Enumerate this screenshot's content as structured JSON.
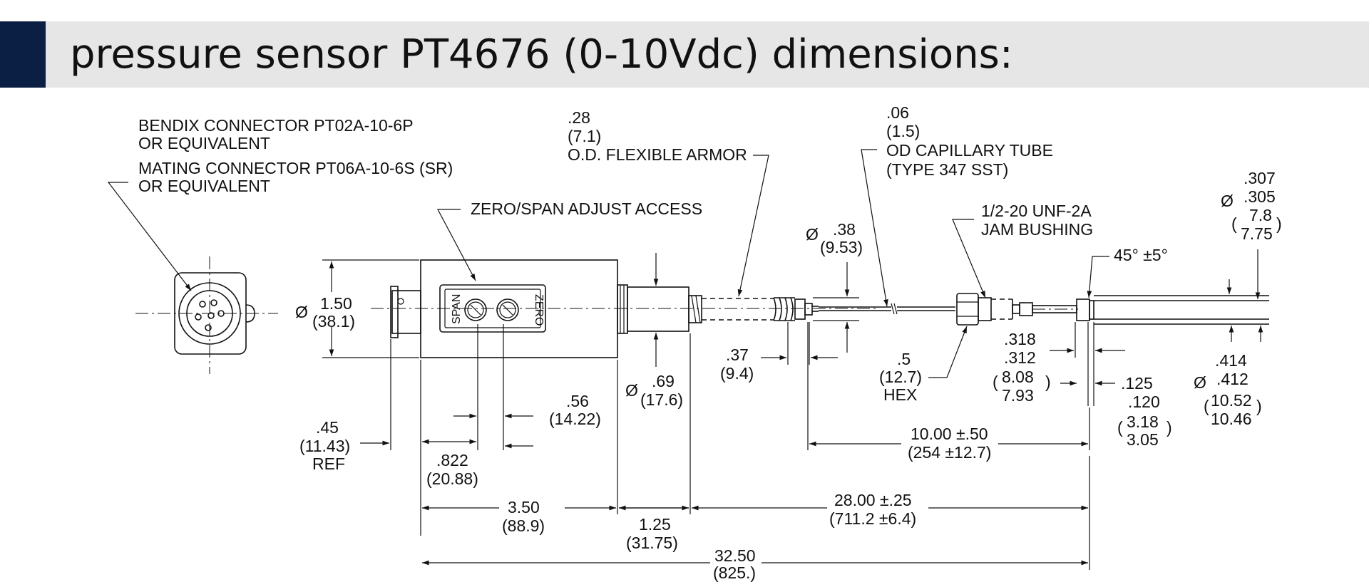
{
  "title": "pressure sensor PT4676 (0-10Vdc) dimensions:",
  "colors": {
    "accent": "#0b1f45",
    "title_bar": "#e6e6e6",
    "ink": "#111111"
  },
  "callouts": {
    "bendix_1": "BENDIX CONNECTOR PT02A-10-6P",
    "bendix_2": "OR EQUIVALENT",
    "mating_1": "MATING CONNECTOR PT06A-10-6S (SR)",
    "mating_2": "OR EQUIVALENT",
    "zero_span": "ZERO/SPAN ADJUST ACCESS",
    "armor_1": ".28",
    "armor_2": "(7.1)",
    "armor_3": "O.D. FLEXIBLE ARMOR",
    "cap_1": ".06",
    "cap_2": "(1.5)",
    "cap_3": "OD CAPILLARY TUBE",
    "cap_4": "(TYPE 347 SST)",
    "bushing_1": "1/2-20 UNF-2A",
    "bushing_2": "JAM BUSHING",
    "chamfer": "45° ±5°",
    "span_label": "SPAN",
    "zero_label": "ZERO"
  },
  "dimensions": {
    "d150_dia": "Ø",
    "d150_in": "1.50",
    "d150_mm": "(38.1)",
    "d045_in": ".45",
    "d045_mm": "(11.43)",
    "d045_ref": "REF",
    "d822_in": ".822",
    "d822_mm": "(20.88)",
    "d056_in": ".56",
    "d056_mm": "(14.22)",
    "d069_dia": "Ø",
    "d069_in": ".69",
    "d069_mm": "(17.6)",
    "d350_in": "3.50",
    "d350_mm": "(88.9)",
    "d125_in": "1.25",
    "d125_mm": "(31.75)",
    "d037_in": ".37",
    "d037_mm": "(9.4)",
    "d038_dia": "Ø",
    "d038_in": ".38",
    "d038_mm": "(9.53)",
    "d05_in": ".5",
    "d05_mm": "(12.7)",
    "d05_hex": "HEX",
    "d318_a": ".318",
    "d318_b": ".312",
    "d318_c": "8.08",
    "d318_d": "7.93",
    "d1000_in": "10.00 ±.50",
    "d1000_mm": "(254 ±12.7)",
    "d2800_in": "28.00 ±.25",
    "d2800_mm": "(711.2 ±6.4)",
    "d3250_in": "32.50",
    "d3250_mm": "(825.)",
    "d125b_a": ".125",
    "d125b_b": ".120",
    "d125b_c": "3.18",
    "d125b_d": "3.05",
    "d414_dia": "Ø",
    "d414_a": ".414",
    "d414_b": ".412",
    "d414_c": "10.52",
    "d414_d": "10.46",
    "d307_dia": "Ø",
    "d307_a": ".307",
    "d307_b": ".305",
    "d307_c": "7.8",
    "d307_d": "7.75",
    "open_paren": "(",
    "close_paren": ")"
  }
}
